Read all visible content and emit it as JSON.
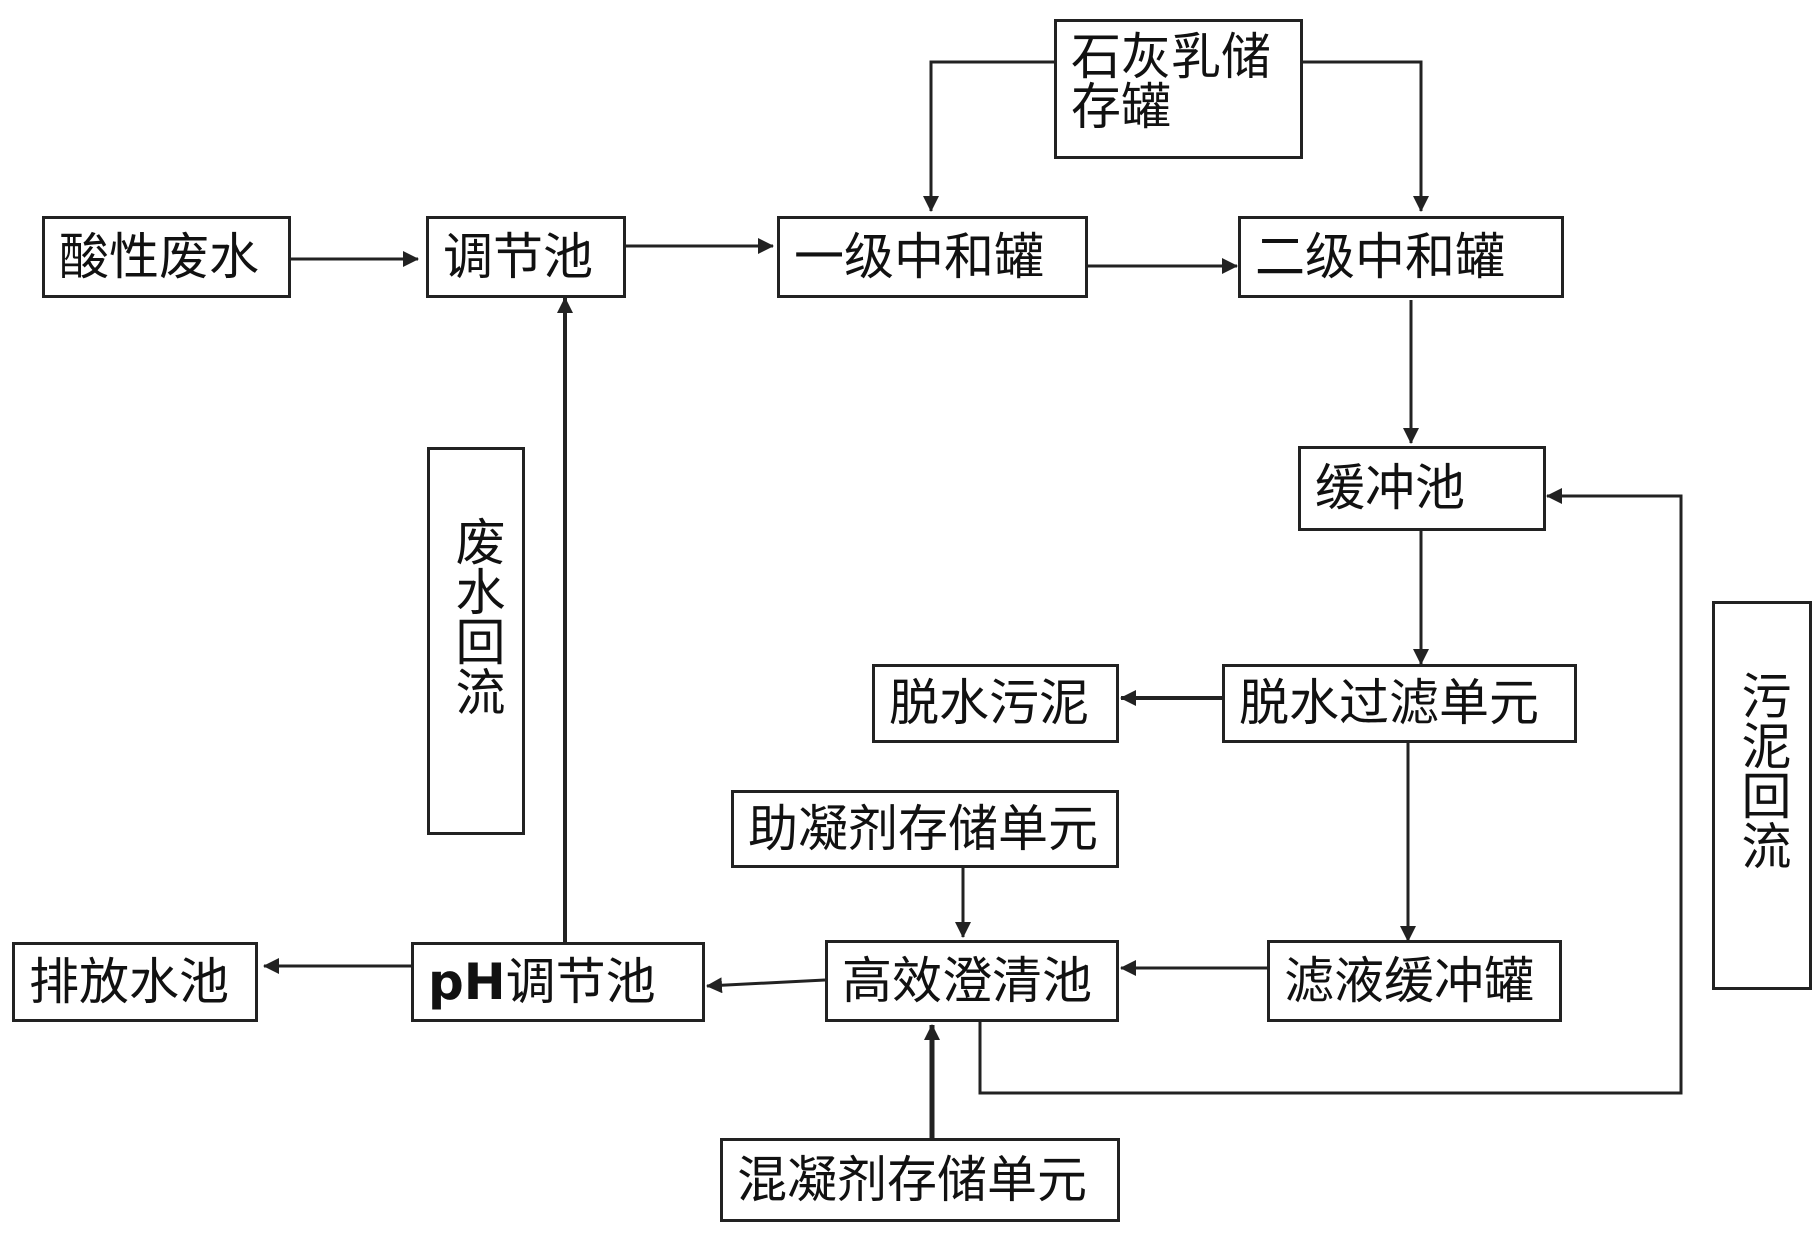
{
  "nodes": {
    "lime_tank": "石灰乳储存罐",
    "acid_wastewater": "酸性废水",
    "regulating_pool": "调节池",
    "primary_neutralizer": "一级中和罐",
    "secondary_neutralizer": "二级中和罐",
    "buffer_pool": "缓冲池",
    "dewatered_sludge": "脱水污泥",
    "dewater_filter_unit": "脱水过滤单元",
    "flocculant_aid_storage": "助凝剂存储单元",
    "discharge_pool": "排放水池",
    "ph_pool_prefix": "pH",
    "ph_pool_suffix": "调节池",
    "clarifier": "高效澄清池",
    "filtrate_buffer_tank": "滤液缓冲罐",
    "coagulant_storage": "混凝剂存储单元"
  },
  "labels": {
    "wastewater_return": "废水回流",
    "sludge_return": "污泥回流"
  },
  "edges": [
    [
      "acid_wastewater",
      "regulating_pool"
    ],
    [
      "regulating_pool",
      "primary_neutralizer"
    ],
    [
      "primary_neutralizer",
      "secondary_neutralizer"
    ],
    [
      "lime_tank",
      "primary_neutralizer"
    ],
    [
      "lime_tank",
      "secondary_neutralizer"
    ],
    [
      "secondary_neutralizer",
      "buffer_pool"
    ],
    [
      "buffer_pool",
      "dewater_filter_unit"
    ],
    [
      "dewater_filter_unit",
      "dewatered_sludge"
    ],
    [
      "dewater_filter_unit",
      "filtrate_buffer_tank"
    ],
    [
      "filtrate_buffer_tank",
      "clarifier"
    ],
    [
      "flocculant_aid_storage",
      "clarifier"
    ],
    [
      "coagulant_storage",
      "clarifier"
    ],
    [
      "clarifier",
      "ph_pool"
    ],
    [
      "ph_pool",
      "discharge_pool"
    ],
    [
      "ph_pool",
      "regulating_pool"
    ],
    [
      "clarifier",
      "buffer_pool"
    ]
  ],
  "colors": {
    "line": "#222222",
    "background": "#ffffff"
  }
}
